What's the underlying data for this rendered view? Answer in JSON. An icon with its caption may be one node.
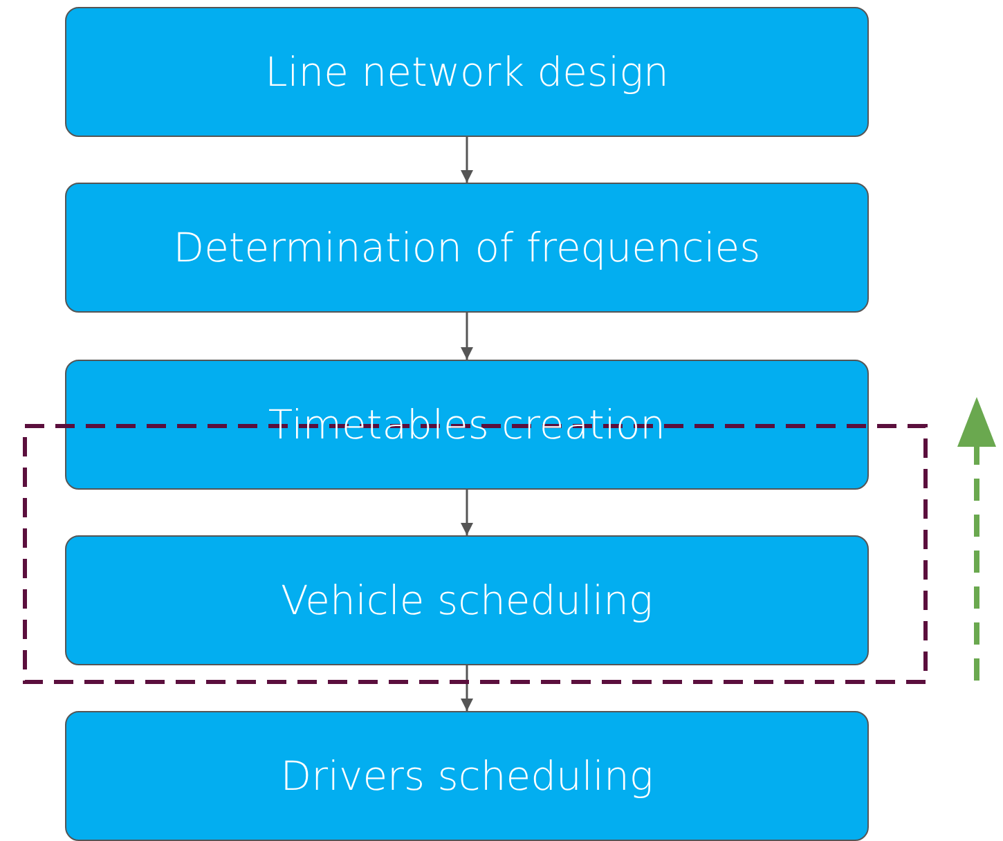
{
  "diagram": {
    "nodes": [
      {
        "text": [
          "Line network design"
        ]
      },
      {
        "text": [
          "Determination of frequencies"
        ]
      },
      {
        "text": [
          "Timetables creation"
        ]
      },
      {
        "text": [
          "Vehicle scheduling"
        ]
      },
      {
        "text": [
          "Drivers scheduling"
        ]
      }
    ],
    "edges": [
      {
        "from": 0,
        "to": 1,
        "arrow": "to"
      },
      {
        "from": 1,
        "to": 2,
        "arrow": "to"
      },
      {
        "from": 2,
        "to": 3,
        "arrow": "to"
      },
      {
        "from": 3,
        "to": 4,
        "arrow": "to"
      }
    ]
  }
}
